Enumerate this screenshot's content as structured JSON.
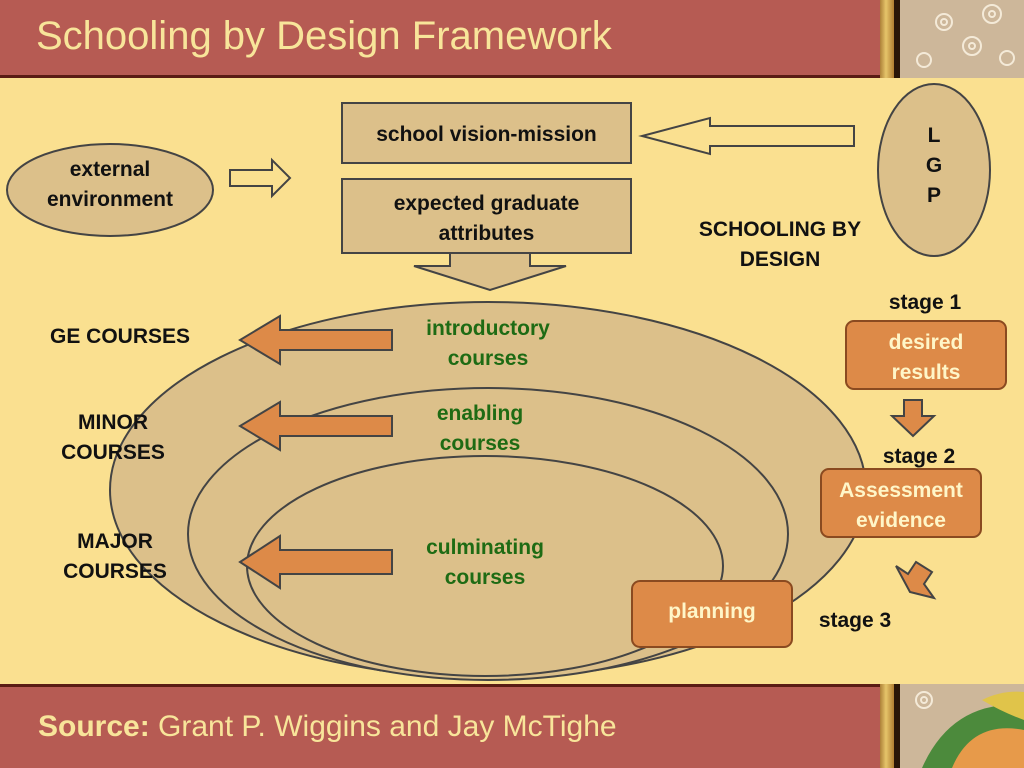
{
  "title": "Schooling by Design Framework",
  "footer": {
    "source_label": "Source:",
    "source_text": " Grant P. Wiggins and Jay McTighe"
  },
  "diagram": {
    "external": [
      "external",
      "environment"
    ],
    "vision": "school vision-mission",
    "graduate": [
      "expected graduate",
      "attributes"
    ],
    "lgp": [
      "L",
      "G",
      "P"
    ],
    "heading": [
      "SCHOOLING BY",
      "DESIGN"
    ],
    "course_levels": [
      "GE COURSES",
      [
        "MINOR",
        "COURSES"
      ],
      [
        "MAJOR",
        "COURSES"
      ]
    ],
    "introductory": [
      "introductory",
      "courses"
    ],
    "enabling": [
      "enabling",
      "courses"
    ],
    "culminating": [
      "culminating",
      "courses"
    ],
    "stage1": "stage 1",
    "stage1_box": [
      "desired",
      "results"
    ],
    "stage2": "stage 2",
    "stage2_box": [
      "Assessment",
      "evidence"
    ],
    "stage3": "stage 3",
    "planning": "planning"
  },
  "colors": {
    "bar": "#b65b53",
    "background": "#fae090",
    "box": "#dcc08a",
    "stage_box": "#dd8a48",
    "green_text": "#1e6b14"
  }
}
